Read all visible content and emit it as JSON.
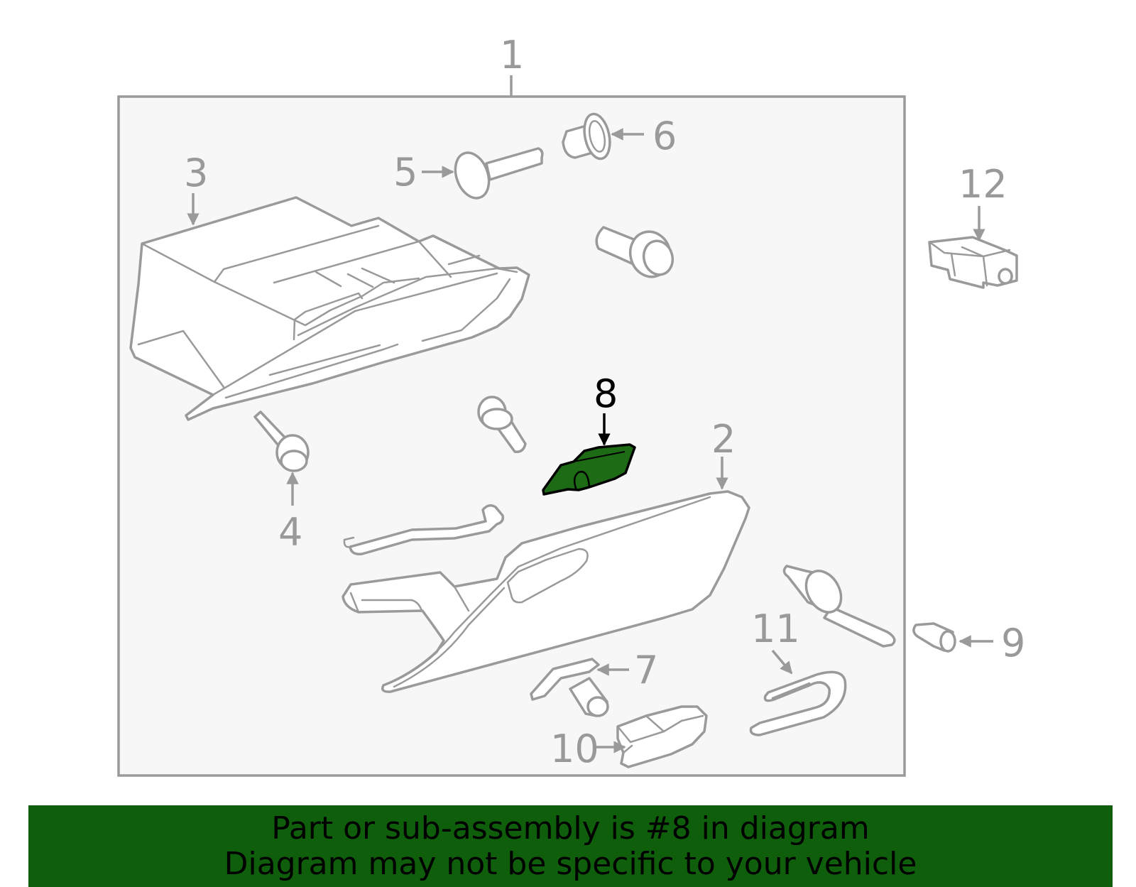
{
  "callouts": {
    "c1": "1",
    "c2": "2",
    "c3": "3",
    "c4": "4",
    "c5": "5",
    "c6": "6",
    "c7": "7",
    "c8": "8",
    "c9": "9",
    "c10": "10",
    "c11": "11",
    "c12": "12"
  },
  "highlighted_callout": "8",
  "colors": {
    "highlight_part": "#1e6b16",
    "banner_background": "#0e5e0b",
    "outline": "#9a9a9a",
    "assembly_box_fill": "#f7f7f7"
  },
  "banner": {
    "line1": "Part or sub-assembly is #8 in diagram",
    "line2": "Diagram may not be specific to your vehicle"
  }
}
